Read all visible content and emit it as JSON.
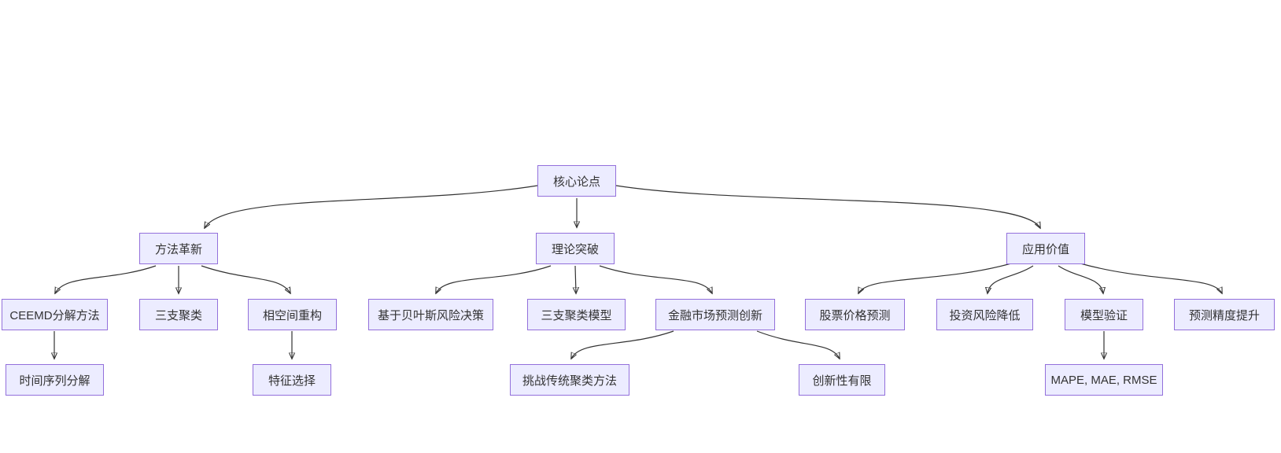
{
  "diagram": {
    "type": "flowchart-top-down",
    "colors": {
      "node_fill": "#ECECFF",
      "node_border": "#9370DB",
      "edge_line": "#333333",
      "node_text": "#333333",
      "background": "#FFFFFF"
    },
    "nodes": {
      "root": {
        "label": "核心论点"
      },
      "method_innovation": {
        "label": "方法革新"
      },
      "theory_breakthrough": {
        "label": "理论突破"
      },
      "application_value": {
        "label": "应用价值"
      },
      "ceemd_method": {
        "label": "CEEMD分解方法"
      },
      "three_way_clustering": {
        "label": "三支聚类"
      },
      "phase_space_reconstruction": {
        "label": "相空间重构"
      },
      "bayes_risk_decision": {
        "label": "基于贝叶斯风险决策"
      },
      "three_way_model": {
        "label": "三支聚类模型"
      },
      "financial_market_innovation": {
        "label": "金融市场预测创新"
      },
      "stock_price_prediction": {
        "label": "股票价格预测"
      },
      "investment_risk_reduction": {
        "label": "投资风险降低"
      },
      "model_validation": {
        "label": "模型验证"
      },
      "forecast_precision": {
        "label": "预测精度提升"
      },
      "time_series_decomposition": {
        "label": "时间序列分解"
      },
      "feature_selection": {
        "label": "特征选择"
      },
      "challenge_traditional_clustering": {
        "label": "挑战传统聚类方法"
      },
      "limited_innovation": {
        "label": "创新性有限"
      },
      "metrics": {
        "label": "MAPE, MAE, RMSE"
      }
    },
    "edges": [
      {
        "from": "root",
        "to": "method_innovation"
      },
      {
        "from": "root",
        "to": "theory_breakthrough"
      },
      {
        "from": "root",
        "to": "application_value"
      },
      {
        "from": "method_innovation",
        "to": "ceemd_method"
      },
      {
        "from": "method_innovation",
        "to": "three_way_clustering"
      },
      {
        "from": "method_innovation",
        "to": "phase_space_reconstruction"
      },
      {
        "from": "ceemd_method",
        "to": "time_series_decomposition"
      },
      {
        "from": "phase_space_reconstruction",
        "to": "feature_selection"
      },
      {
        "from": "theory_breakthrough",
        "to": "bayes_risk_decision"
      },
      {
        "from": "theory_breakthrough",
        "to": "three_way_model"
      },
      {
        "from": "theory_breakthrough",
        "to": "financial_market_innovation"
      },
      {
        "from": "financial_market_innovation",
        "to": "challenge_traditional_clustering"
      },
      {
        "from": "financial_market_innovation",
        "to": "limited_innovation"
      },
      {
        "from": "application_value",
        "to": "stock_price_prediction"
      },
      {
        "from": "application_value",
        "to": "investment_risk_reduction"
      },
      {
        "from": "application_value",
        "to": "model_validation"
      },
      {
        "from": "application_value",
        "to": "forecast_precision"
      },
      {
        "from": "model_validation",
        "to": "metrics"
      }
    ]
  }
}
